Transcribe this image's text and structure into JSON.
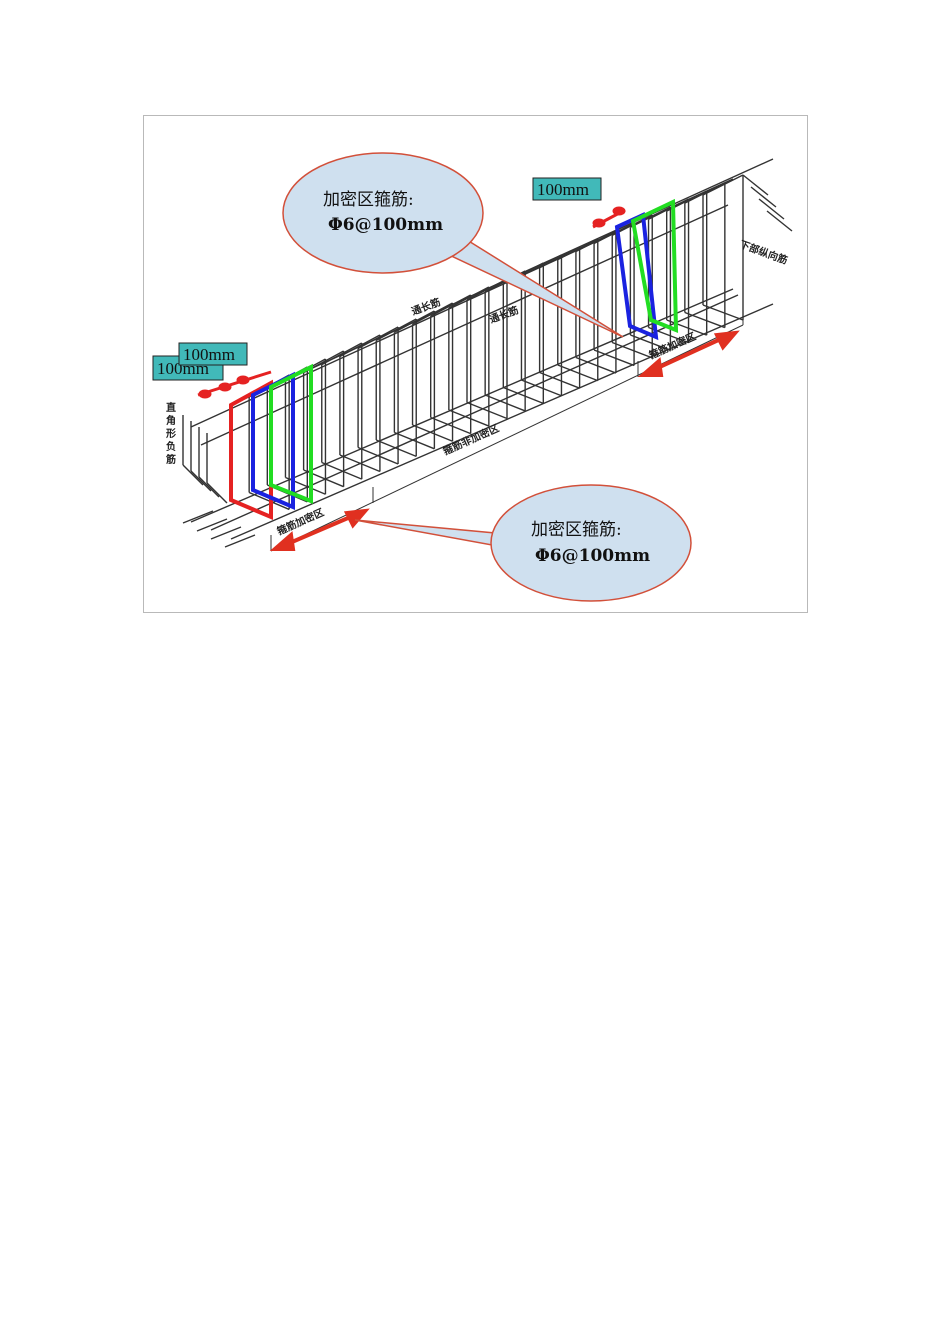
{
  "figure": {
    "callout_top": {
      "line1": "加密区箍筋:",
      "line2": "Φ6@100mm"
    },
    "callout_bottom": {
      "line1": "加密区箍筋:",
      "line2": "Φ6@100mm"
    },
    "dim_label_left_back": "100mm",
    "dim_label_left_front": "100mm",
    "dim_label_right": "100mm",
    "label_through_bar_1": "通长筋",
    "label_through_bar_2": "通长筋",
    "label_bottom_long_bar": "下部纵向筋",
    "label_right_angle_bar": "直角形负筋",
    "label_dense_zone_left": "箍筋加密区",
    "label_dense_zone_right": "箍筋加密区",
    "label_non_dense_zone": "箍筋非加密区",
    "colors": {
      "frame_border": "#b9b9b9",
      "callout_fill": "#cfe0ef",
      "callout_stroke": "#d2503a",
      "dim_box_fill": "#41b9b9",
      "stirrup_red": "#e52222",
      "stirrup_blue": "#1a22e0",
      "stirrup_green": "#22dd22",
      "arrow_red": "#e03020",
      "cage_lines": "#333333"
    }
  }
}
